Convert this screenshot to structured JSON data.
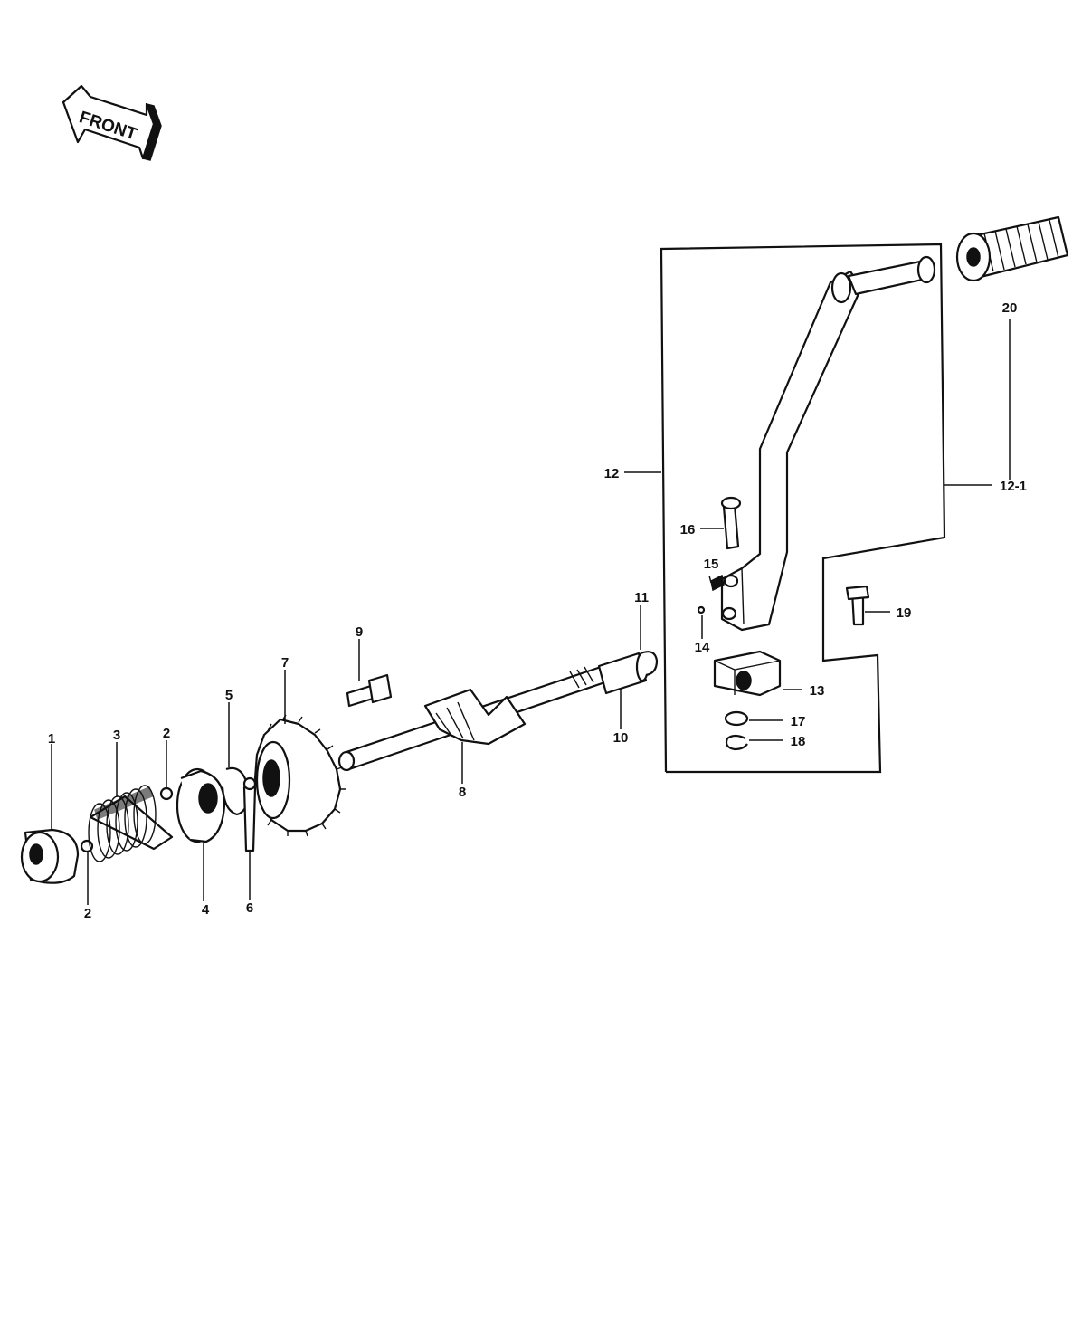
{
  "front_arrow": {
    "text": "FRONT"
  },
  "callouts": {
    "c1": "1",
    "c2a": "2",
    "c2b": "2",
    "c3": "3",
    "c4": "4",
    "c5": "5",
    "c6": "6",
    "c7": "7",
    "c8": "8",
    "c9": "9",
    "c10": "10",
    "c11": "11",
    "c12": "12",
    "c12_1": "12-1",
    "c13": "13",
    "c14": "14",
    "c15": "15",
    "c16": "16",
    "c17": "17",
    "c18": "18",
    "c19": "19",
    "c20": "20"
  }
}
